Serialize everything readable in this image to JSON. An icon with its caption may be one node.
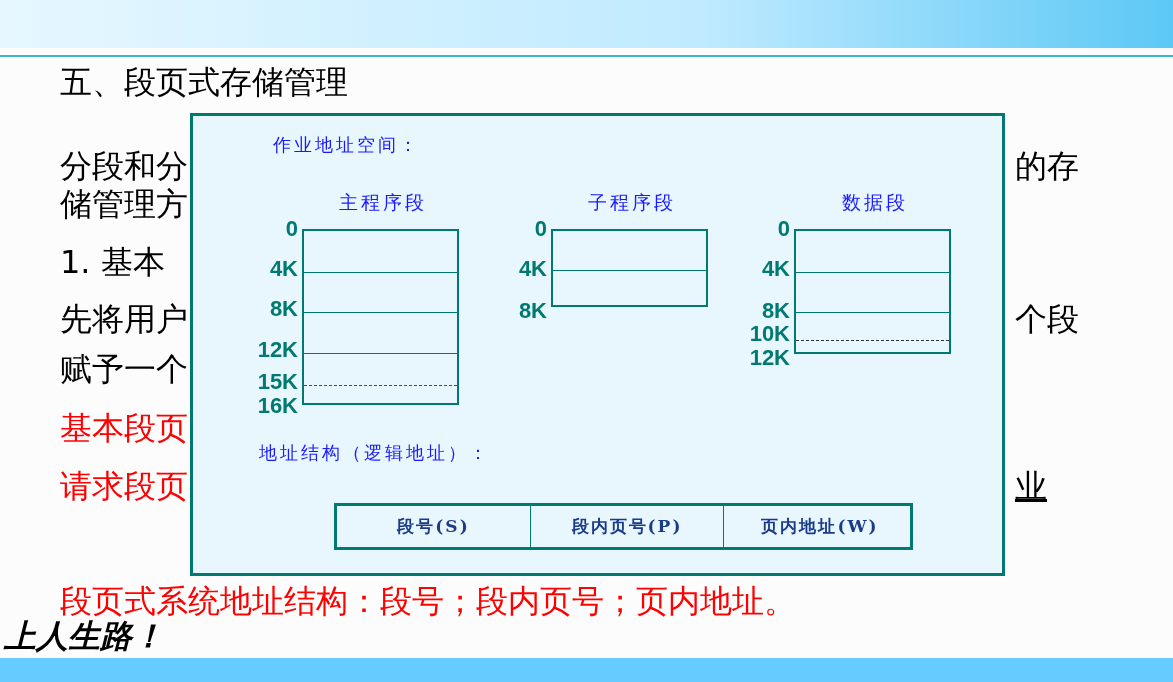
{
  "diagram": {
    "nodes": [
      {
        "text": [
          "作业地址空间：",
          "地址结构（逻辑地址）："
        ]
      },
      {
        "text": [
          "主程序段"
        ],
        "in": 0,
        "beside": [
          "0",
          "4K",
          "8K",
          "12K",
          "15K",
          "16K"
        ]
      },
      {
        "text": [
          "子程序段"
        ],
        "in": 0,
        "beside": [
          "0",
          "4K",
          "8K"
        ]
      },
      {
        "text": [
          "数据段"
        ],
        "in": 0,
        "beside": [
          "0",
          "4K",
          "8K",
          "10K",
          "12K"
        ]
      },
      {
        "text": [],
        "shape": "box",
        "in": 0
      },
      {
        "text": [
          "段号(S)"
        ],
        "in": 4
      },
      {
        "text": [
          "段内页号(P)"
        ],
        "in": 4
      },
      {
        "text": [
          "页内地址(W)"
        ],
        "in": 4
      }
    ],
    "labels": [
      "五、段页式存储管理",
      "分段和分",
      "的存",
      "储管理方",
      "1. 基本",
      "先将用户",
      "个段",
      "赋予一个",
      "基本段页",
      "请求段页",
      "业",
      "段页式系统地址结构：段号；段内页号；页内地址。",
      "上人生路！"
    ]
  }
}
